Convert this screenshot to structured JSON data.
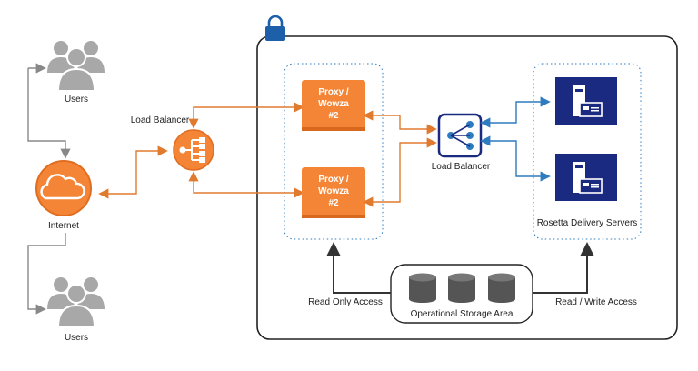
{
  "users_top": {
    "label": "Users"
  },
  "users_bottom": {
    "label": "Users"
  },
  "internet": {
    "label": "Internet"
  },
  "edge_lb": {
    "label": "Load Balancer"
  },
  "proxy_top": {
    "line1": "Proxy /",
    "line2": "Wowza",
    "line3": "#2"
  },
  "proxy_bottom": {
    "line1": "Proxy /",
    "line2": "Wowza",
    "line3": "#2"
  },
  "inner_lb": {
    "label": "Load Balancer"
  },
  "delivery": {
    "label": "Rosetta Delivery Servers"
  },
  "storage": {
    "label": "Operational Storage Area"
  },
  "access": {
    "read_only": "Read Only Access",
    "read_write": "Read / Write Access"
  },
  "colors": {
    "orange": "#f58536",
    "navy": "#1a2a80",
    "gray": "#9a9a9a",
    "blue": "#2e7bbf",
    "lock": "#1d5fa8"
  },
  "icons": {
    "users": "users-group-icon",
    "internet": "cloud-icon",
    "lb": "load-balancer-icon",
    "server": "server-icon",
    "disk": "disk-icon",
    "lock": "lock-icon"
  }
}
